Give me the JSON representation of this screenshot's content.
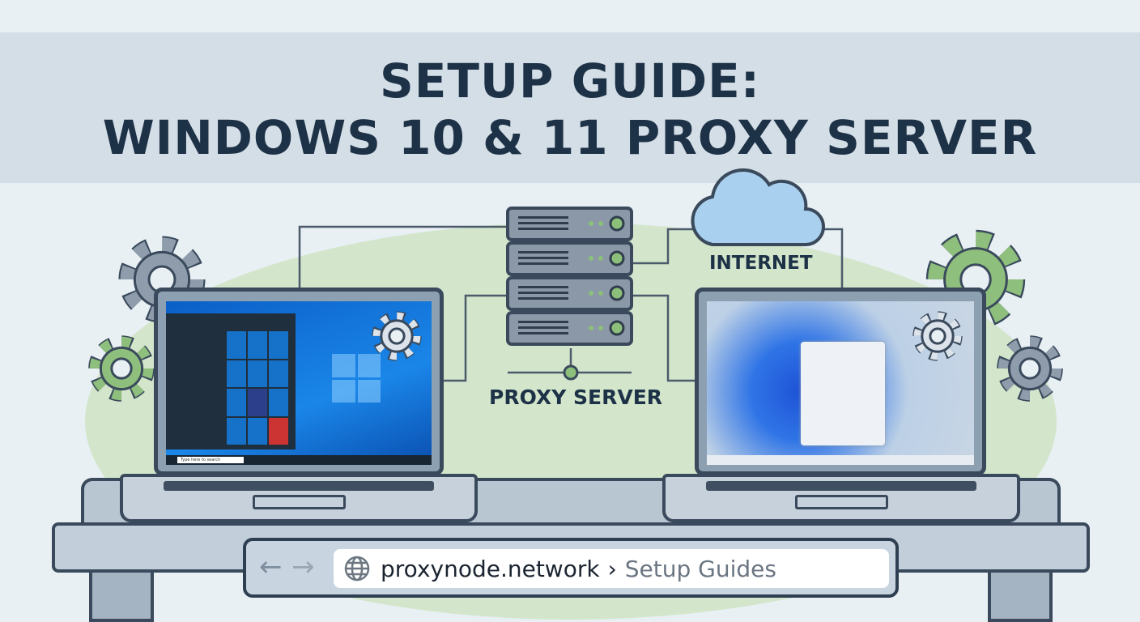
{
  "title": {
    "line1": "SETUP GUIDE:",
    "line2": "WINDOWS 10 & 11 PROXY SERVER"
  },
  "diagram": {
    "server_label": "PROXY SERVER",
    "cloud_label": "INTERNET"
  },
  "laptop_left": {
    "search_placeholder": "Type here to search"
  },
  "address_bar": {
    "back_icon": "arrow-left-icon",
    "forward_icon": "arrow-right-icon",
    "globe_icon": "globe-icon",
    "domain": "proxynode.network",
    "separator": "›",
    "path": "Setup Guides"
  },
  "colors": {
    "title": "#1d3147",
    "accent_green": "#7fae6a",
    "win10_blue": "#0a62c9",
    "outline": "#3a4a5c"
  }
}
